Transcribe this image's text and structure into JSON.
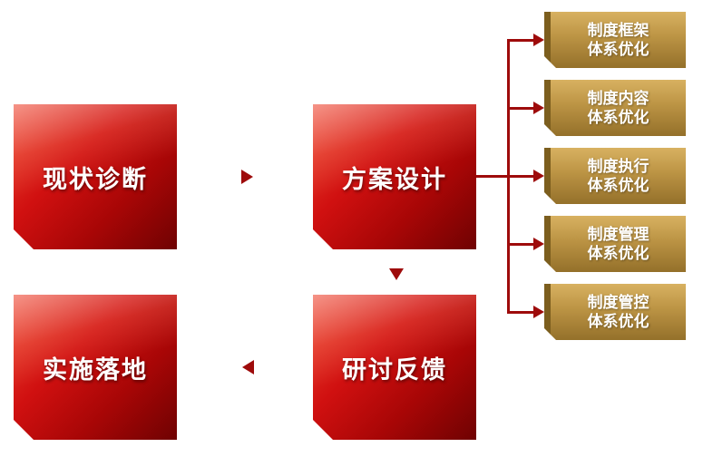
{
  "diagram": {
    "main_boxes": [
      {
        "label": "现状诊断"
      },
      {
        "label": "方案设计"
      },
      {
        "label": "实施落地"
      },
      {
        "label": "研讨反馈"
      }
    ],
    "side_boxes": [
      {
        "line1": "制度框架",
        "line2": "体系优化"
      },
      {
        "line1": "制度内容",
        "line2": "体系优化"
      },
      {
        "line1": "制度执行",
        "line2": "体系优化"
      },
      {
        "line1": "制度管理",
        "line2": "体系优化"
      },
      {
        "line1": "制度管控",
        "line2": "体系优化"
      }
    ],
    "colors": {
      "main_box_red": "#c00c0c",
      "side_box_gold": "#b08d3e",
      "connector_red": "#9e0b0b",
      "text": "#ffffff",
      "background": "#ffffff"
    }
  }
}
